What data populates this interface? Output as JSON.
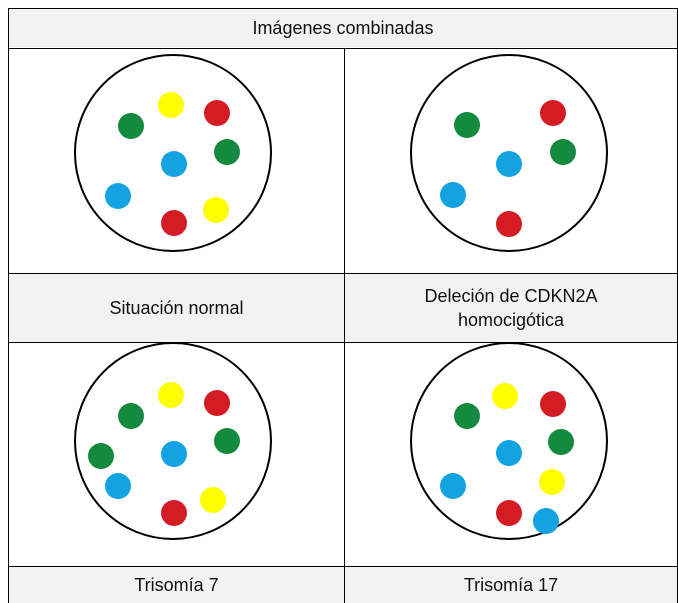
{
  "header": {
    "title": "Imágenes combinadas"
  },
  "colors": {
    "green": "#148a3e",
    "yellow": "#ffff00",
    "red": "#d41c24",
    "blue": "#12a3e0"
  },
  "panels": [
    {
      "id": "normal",
      "label": "Situación normal",
      "signals": [
        "green",
        "yellow",
        "red",
        "green",
        "blue",
        "blue",
        "red",
        "yellow"
      ]
    },
    {
      "id": "cdkn2a",
      "label": "Deleción de CDKN2A\nhomocigótica",
      "signals": [
        "green",
        "red",
        "green",
        "blue",
        "blue",
        "red"
      ]
    },
    {
      "id": "trisomy7",
      "label": "Trisomía 7",
      "signals": [
        "green",
        "yellow",
        "red",
        "green",
        "green",
        "blue",
        "blue",
        "red",
        "yellow"
      ]
    },
    {
      "id": "trisomy17",
      "label": "Trisomía 17",
      "signals": [
        "green",
        "yellow",
        "red",
        "green",
        "blue",
        "yellow",
        "blue",
        "red",
        "blue"
      ]
    }
  ]
}
